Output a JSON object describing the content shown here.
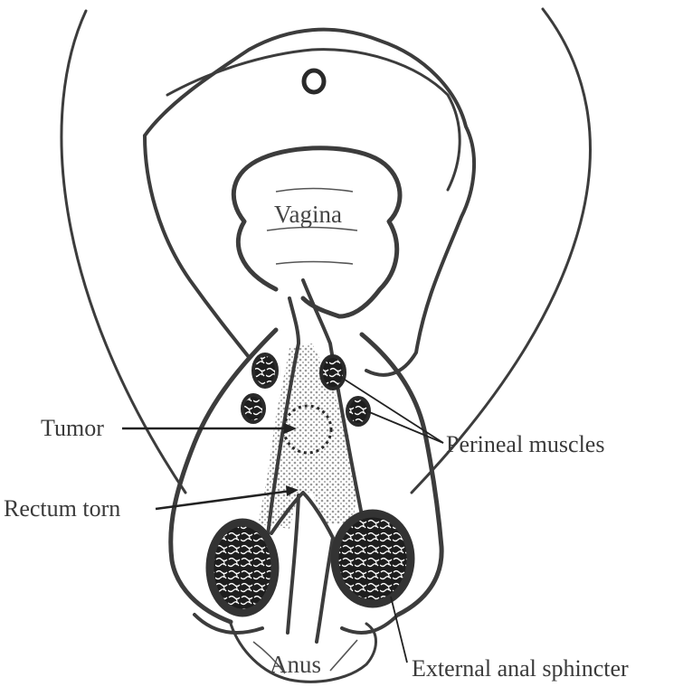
{
  "labels": {
    "vagina": "Vagina",
    "tumor": "Tumor",
    "rectum_torn": "Rectum torn",
    "perineal_muscles": "Perineal muscles",
    "external_anal_sphincter": "External anal sphincter",
    "anus": "Anus"
  },
  "colors": {
    "outline": "#3c3c3c",
    "text": "#3a3a3a",
    "background": "#ffffff"
  }
}
